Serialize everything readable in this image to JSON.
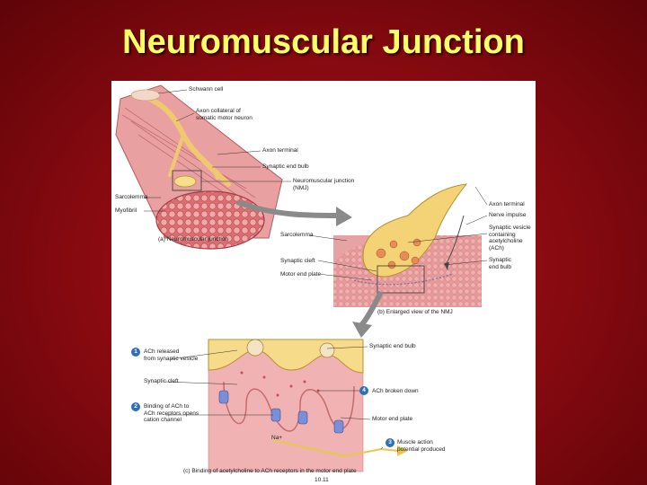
{
  "title": "Neuromuscular Junction",
  "labels": {
    "schwann_cell": "Schwann cell",
    "axon_collateral": "Axon collateral of\nsomatic motor neuron",
    "axon_terminal_a": "Axon terminal",
    "synaptic_end_bulb_a": "Synaptic end bulb",
    "nmj": "Neuromuscular junction\n(NMJ)",
    "sarcolemma_a": "Sarcolemma",
    "myofibril": "Myofibril",
    "axon_terminal_b": "Axon terminal",
    "nerve_impulse": "Nerve impulse",
    "synaptic_vesicle": "Synaptic vesicle\ncontaining\nacetylcholine\n(ACh)",
    "sarcolemma_b": "Sarcolemma",
    "synaptic_cleft_b": "Synaptic cleft",
    "synaptic_end_bulb_b": "Synaptic\nend bulb",
    "motor_end_plate_b": "Motor end plate",
    "synaptic_end_bulb_c": "Synaptic end bulb",
    "synaptic_cleft_c": "Synaptic cleft",
    "motor_end_plate_c": "Motor end plate",
    "na": "Na+"
  },
  "steps": [
    {
      "num": "1",
      "text": "ACh released\nfrom synaptic vesicle"
    },
    {
      "num": "2",
      "text": "Binding of ACh to\nACh receptors opens\ncation channel"
    },
    {
      "num": "3",
      "text": "Muscle action\npotential produced"
    },
    {
      "num": "4",
      "text": "ACh broken down"
    }
  ],
  "captions": {
    "a": "(a) Neuromuscular junction",
    "b": "(b) Enlarged view of the NMJ",
    "c": "(c) Binding of acetylcholine to ACh receptors in the motor end plate"
  },
  "figure_number": "10.11",
  "colors": {
    "background": "#9e0f16",
    "title": "#ffff66",
    "muscle": "#e58a8a",
    "axon": "#f3d37a",
    "step_badge": "#2f6fb3"
  }
}
